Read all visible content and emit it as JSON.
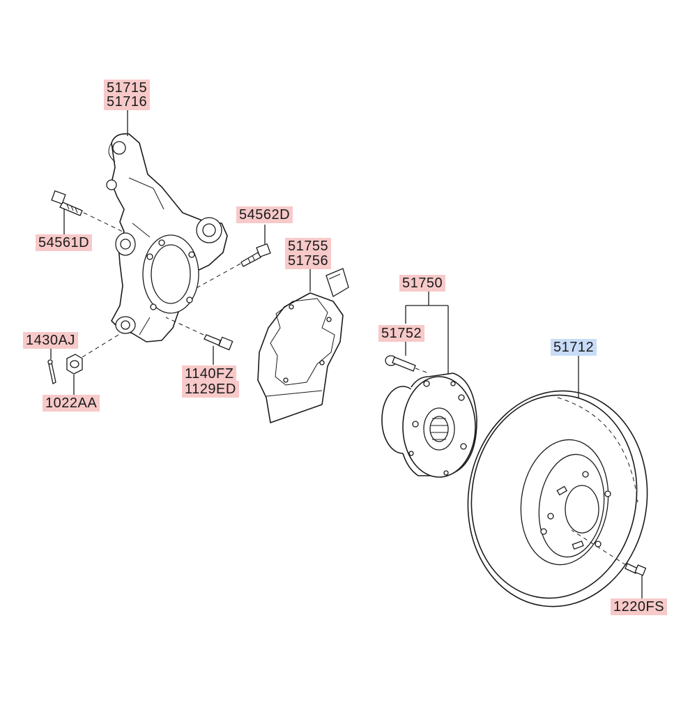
{
  "diagram": {
    "labels": {
      "p51715": "51715",
      "p51716": "51716",
      "p54561D": "54561D",
      "p54562D": "54562D",
      "p51755": "51755",
      "p51756": "51756",
      "p51750": "51750",
      "p51752": "51752",
      "p1430AJ": "1430AJ",
      "p1022AA": "1022AA",
      "p1140FZ": "1140FZ",
      "p1129ED": "1129ED",
      "p51712": "51712",
      "p1220FS": "1220FS"
    },
    "colors": {
      "label_default": "#f7c9c9",
      "label_highlight": "#c8dcf7",
      "line": "#1a1a1a"
    },
    "highlighted_part": "51712"
  }
}
